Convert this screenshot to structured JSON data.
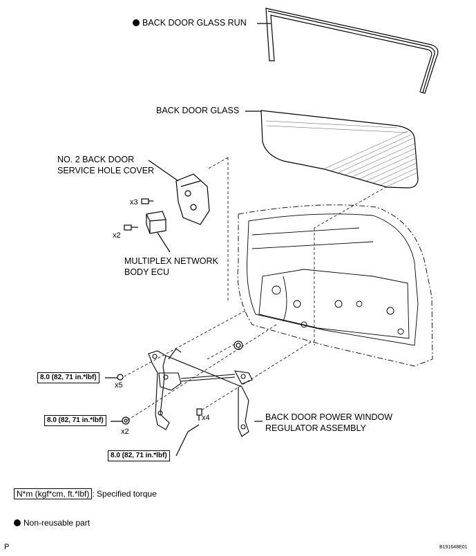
{
  "labels": {
    "glass_run": "BACK DOOR GLASS RUN",
    "glass": "BACK DOOR GLASS",
    "cover_line1": "NO. 2 BACK DOOR",
    "cover_line2": "SERVICE HOLE COVER",
    "ecu_line1": "MULTIPLEX NETWORK",
    "ecu_line2": "BODY ECU",
    "regulator_line1": "BACK DOOR POWER WINDOW",
    "regulator_line2": "REGULATOR ASSEMBLY"
  },
  "quantities": {
    "x3": "x3",
    "x2_screw": "x2",
    "x5": "x5",
    "x2_nut": "x2",
    "x4": "x4"
  },
  "torques": {
    "t1": "8.0 (82, 71 in.*lbf)",
    "t2": "8.0 (82, 71 in.*lbf)",
    "t3": "8.0 (82, 71 in.*lbf)"
  },
  "legend": {
    "torque_units": "N*m (kgf*cm, ft.*lbf)",
    "torque_desc": ": Specified torque",
    "nonreusable": "Non-reusable part"
  },
  "footer": {
    "left": "P",
    "code": "B191648E01"
  }
}
